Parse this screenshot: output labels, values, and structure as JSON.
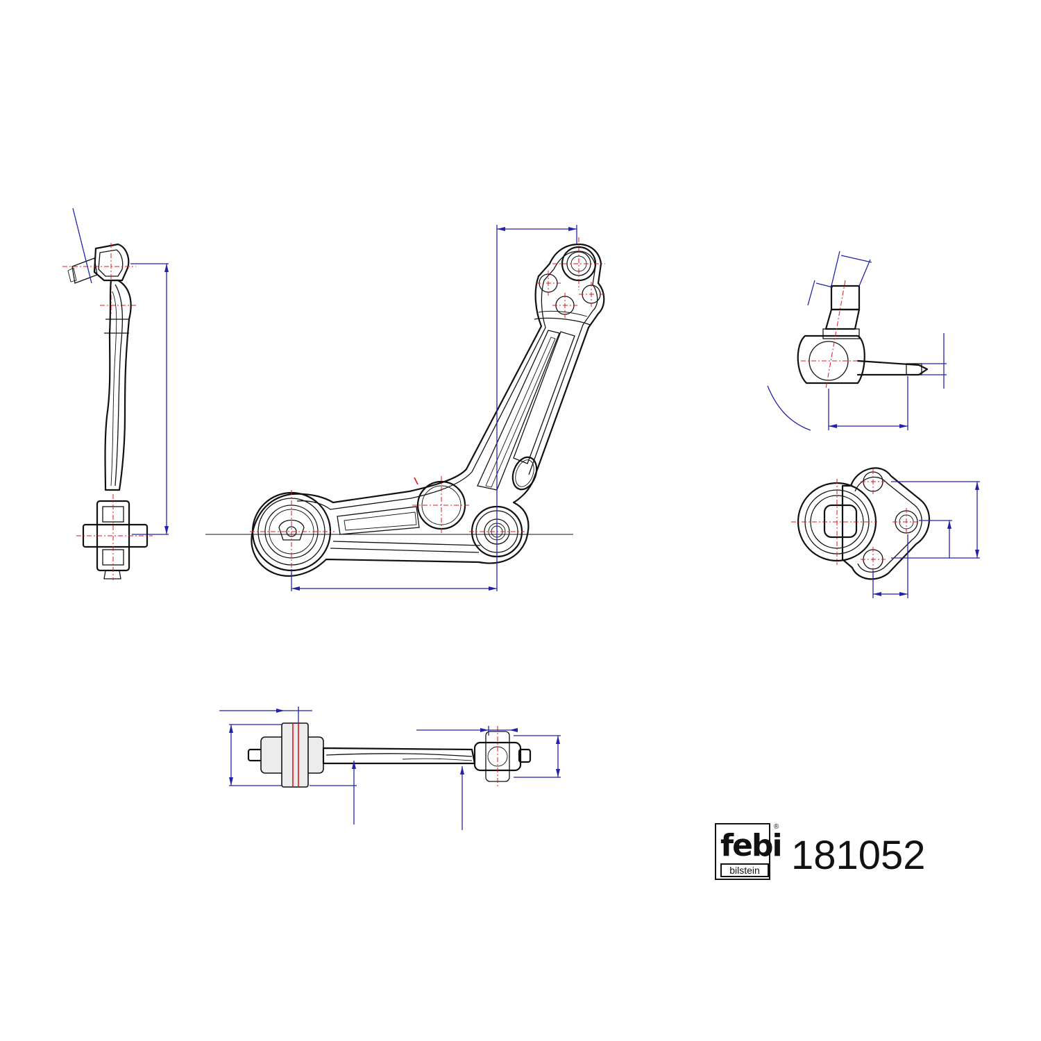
{
  "brand": {
    "logo_mark": "febi",
    "logo_subtext": "bilstein",
    "registered_symbol": "®"
  },
  "part_number": "181052",
  "colors": {
    "outline": "#111111",
    "dimension_lines": "#2222aa",
    "center_lines": "#e0141e"
  },
  "views": [
    {
      "name": "side-view-left",
      "icon": "control-arm-side-profile"
    },
    {
      "name": "front-view-main",
      "icon": "control-arm-top-view"
    },
    {
      "name": "ball-joint-side-view",
      "icon": "ball-joint-profile"
    },
    {
      "name": "ball-joint-flange-view",
      "icon": "ball-joint-mounting-flange"
    },
    {
      "name": "bottom-view-bushings",
      "icon": "control-arm-bottom-profile"
    }
  ]
}
